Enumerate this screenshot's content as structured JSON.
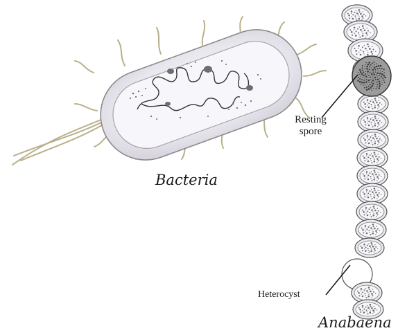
{
  "diagram": {
    "bacteria": {
      "caption": "Bacteria"
    },
    "anabaena": {
      "caption": "Anabaena",
      "labels": {
        "resting_spore_line1": "Resting",
        "resting_spore_line2": "spore",
        "heterocyst": "Heterocyst"
      }
    }
  },
  "colors": {
    "outline": "#8a8a8a",
    "cell_fill": "#eceaf0",
    "cell_inner": "#f7f6fa",
    "granules": "#6e6e6e",
    "flagella": "#b9b08a",
    "spore_fill": "#9c9c9c",
    "text": "#1a1a1a"
  }
}
